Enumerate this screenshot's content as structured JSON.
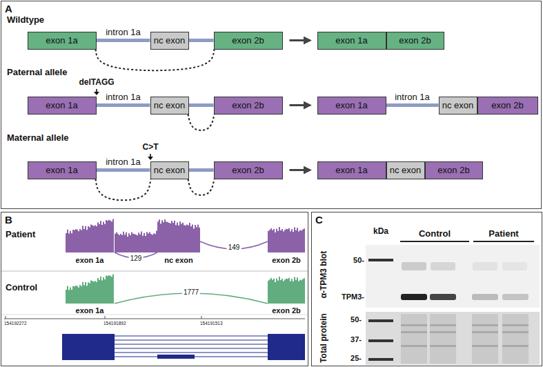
{
  "diagram": {
    "nodes": [
      {
        "text": [
          "A"
        ]
      },
      {
        "text": [
          "exon 1a"
        ],
        "in": 0
      },
      {
        "text": [
          "nc exon"
        ],
        "in": 0
      },
      {
        "text": [
          "exon 2b"
        ],
        "in": 0
      },
      {
        "text": [
          "exon 1a"
        ],
        "in": 0
      },
      {
        "text": [
          "exon 2b"
        ],
        "in": 0
      },
      {
        "text": [
          "exon 1a"
        ],
        "in": 0
      },
      {
        "text": [
          "nc exon"
        ],
        "in": 0
      },
      {
        "text": [
          "exon 2b"
        ],
        "in": 0
      },
      {
        "text": [
          "exon 1a"
        ],
        "in": 0
      },
      {
        "text": [
          "nc exon"
        ],
        "in": 0
      },
      {
        "text": [
          "exon 2b"
        ],
        "in": 0
      },
      {
        "text": [
          "exon 1a"
        ],
        "in": 0
      },
      {
        "text": [
          "nc exon"
        ],
        "in": 0
      },
      {
        "text": [
          "exon 2b"
        ],
        "in": 0
      },
      {
        "text": [
          "exon 1a"
        ],
        "in": 0
      },
      {
        "text": [
          "nc exon"
        ],
        "in": 0
      },
      {
        "text": [
          "exon 2b"
        ],
        "in": 0
      },
      {
        "text": [
          "B"
        ]
      },
      {
        "text": [
          "C"
        ]
      }
    ],
    "edges": [
      {
        "from": 1,
        "to": 2,
        "arrow": "none",
        "label": "intron 1a"
      },
      {
        "from": 2,
        "to": 3,
        "arrow": "none"
      },
      {
        "from": 1,
        "to": 3,
        "arrow": "none"
      },
      {
        "from": 3,
        "to": 4,
        "arrow": "to"
      },
      {
        "from": 6,
        "to": 7,
        "arrow": "none",
        "label": "intron 1a"
      },
      {
        "from": 7,
        "to": 8,
        "arrow": "none"
      },
      {
        "from": 7,
        "to": 8,
        "arrow": "none"
      },
      {
        "from": 8,
        "to": 9,
        "arrow": "to"
      },
      {
        "from": 9,
        "to": 10,
        "arrow": "none",
        "label": "intron 1a"
      },
      {
        "from": 12,
        "to": 13,
        "arrow": "none",
        "label": "intron 1a"
      },
      {
        "from": 13,
        "to": 14,
        "arrow": "none"
      },
      {
        "from": 12,
        "to": 13,
        "arrow": "none"
      },
      {
        "from": 13,
        "to": 14,
        "arrow": "none"
      },
      {
        "from": 14,
        "to": 15,
        "arrow": "to"
      }
    ],
    "labels": [
      "Wildtype",
      "Paternal allele",
      "delTAGG",
      "Maternal allele",
      "C>T",
      "Patient",
      "129",
      "149",
      "exon 1a",
      "nc exon",
      "exon 2b",
      "Control",
      "1777",
      "exon 1a",
      "exon 2b",
      "154192272",
      "154191892",
      "154191513",
      "kDa",
      "Control",
      "Patient",
      "α-TPM3 blot",
      "50-",
      "TPM3-",
      "Total protein",
      "50-",
      "37-",
      "25-"
    ]
  }
}
